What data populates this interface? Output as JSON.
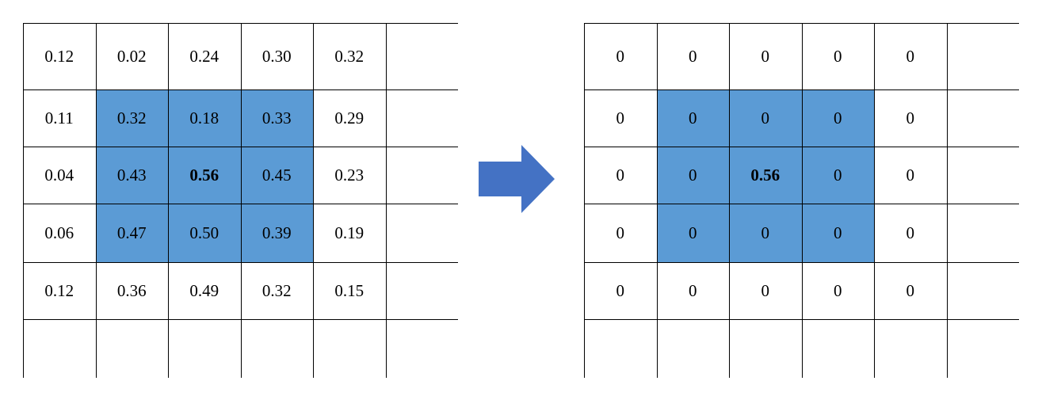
{
  "colors": {
    "highlight": "#5b9bd5",
    "arrow": "#4472c4",
    "gridline": "#000000"
  },
  "left_grid": {
    "rows": [
      [
        "0.12",
        "0.02",
        "0.24",
        "0.30",
        "0.32",
        ""
      ],
      [
        "0.11",
        "0.32",
        "0.18",
        "0.33",
        "0.29",
        ""
      ],
      [
        "0.04",
        "0.43",
        "0.56",
        "0.45",
        "0.23",
        ""
      ],
      [
        "0.06",
        "0.47",
        "0.50",
        "0.39",
        "0.19",
        ""
      ],
      [
        "0.12",
        "0.36",
        "0.49",
        "0.32",
        "0.15",
        ""
      ],
      [
        "",
        "",
        "",
        "",
        "",
        ""
      ]
    ]
  },
  "right_grid": {
    "rows": [
      [
        "0",
        "0",
        "0",
        "0",
        "0",
        ""
      ],
      [
        "0",
        "0",
        "0",
        "0",
        "0",
        ""
      ],
      [
        "0",
        "0",
        "0.56",
        "0",
        "0",
        ""
      ],
      [
        "0",
        "0",
        "0",
        "0",
        "0",
        ""
      ],
      [
        "0",
        "0",
        "0",
        "0",
        "0",
        ""
      ],
      [
        "",
        "",
        "",
        "",
        "",
        ""
      ]
    ]
  },
  "highlight_region": {
    "row_start": 1,
    "row_end": 3,
    "col_start": 1,
    "col_end": 3
  },
  "emphasized_cell": {
    "row": 2,
    "col": 2
  },
  "arrow": {
    "icon": "right-arrow-icon"
  }
}
